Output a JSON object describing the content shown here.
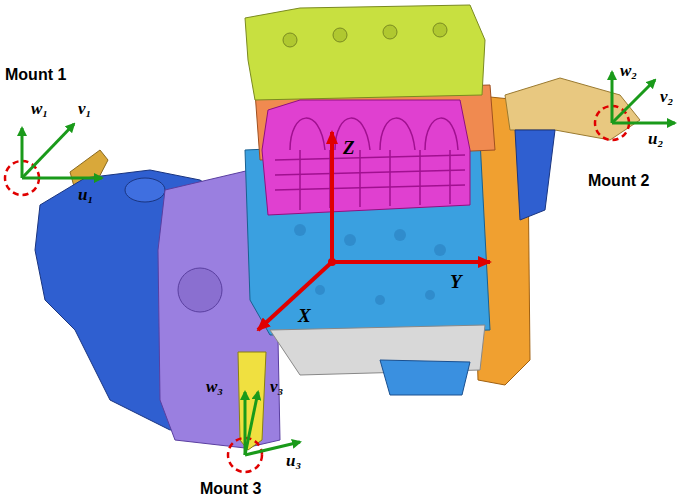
{
  "diagram": {
    "labels": [
      "Mount 1",
      "w₁",
      "v₁",
      "u₁",
      "Mount 2",
      "w₂",
      "v₂",
      "u₂",
      "Z",
      "Y",
      "X",
      "w₃",
      "v₃",
      "u₃",
      "Mount 3"
    ]
  }
}
